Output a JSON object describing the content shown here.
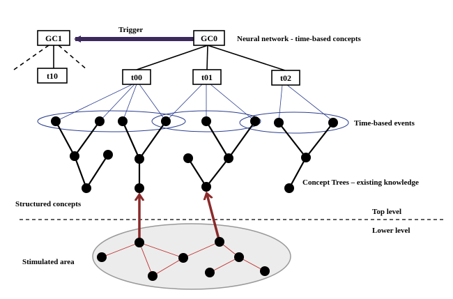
{
  "boxes": {
    "gc1": "GC1",
    "gc0": "GC0",
    "t10": "t10",
    "t00": "t00",
    "t01": "t01",
    "t02": "t02"
  },
  "labels": {
    "trigger": "Trigger",
    "neural_network": "Neural network - time-based concepts",
    "time_based_events": "Time-based events",
    "concept_trees": "Concept Trees – existing knowledge",
    "structured_concepts": "Structured concepts",
    "top_level": "Top level",
    "lower_level": "Lower level",
    "stimulated_area": "Stimulated area"
  },
  "colors": {
    "trigger_arrow": "#3d2a5c",
    "network_lines": "#2b3d8f",
    "stimulus_arrow": "#8b2a2a",
    "stimulated_links": "#c02a2a",
    "stimulated_area_fill": "#ececec"
  }
}
